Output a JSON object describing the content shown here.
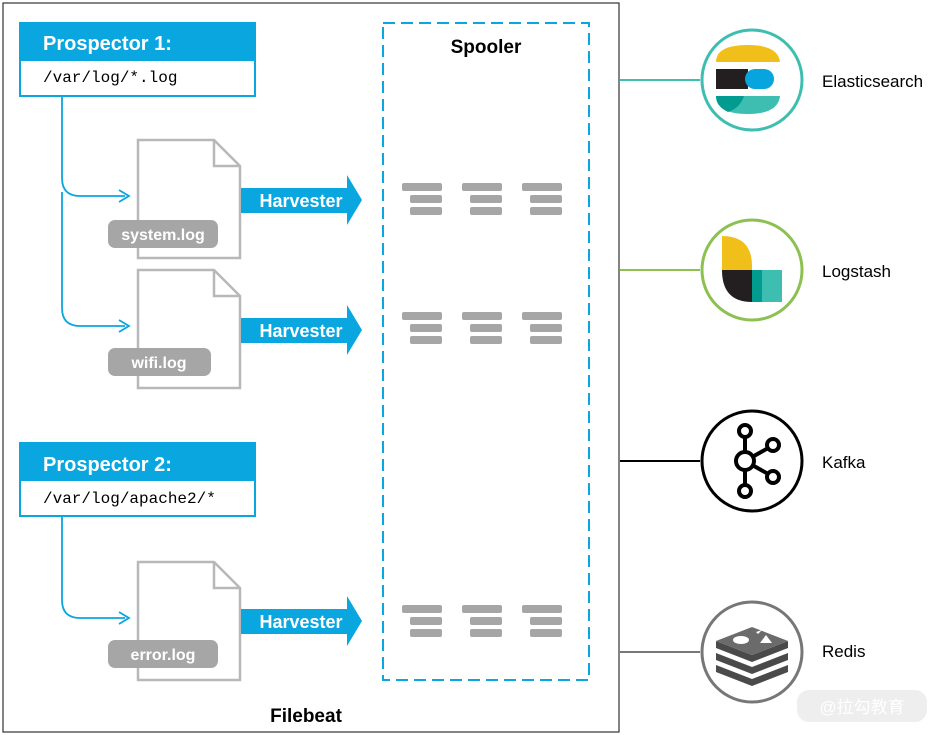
{
  "filebeat": {
    "title": "Filebeat"
  },
  "spooler": {
    "title": "Spooler"
  },
  "prospectors": [
    {
      "title": "Prospector 1:",
      "path": "/var/log/*.log"
    },
    {
      "title": "Prospector 2:",
      "path": "/var/log/apache2/*"
    }
  ],
  "files": [
    {
      "name": "system.log"
    },
    {
      "name": "wifi.log"
    },
    {
      "name": "error.log"
    }
  ],
  "harvesters": [
    {
      "label": "Harvester"
    },
    {
      "label": "Harvester"
    },
    {
      "label": "Harvester"
    }
  ],
  "outputs": [
    {
      "name": "Elasticsearch",
      "icon": "elasticsearch-logo-icon",
      "color": "#3ebeb0"
    },
    {
      "name": "Logstash",
      "icon": "logstash-logo-icon",
      "color": "#8cc152"
    },
    {
      "name": "Kafka",
      "icon": "kafka-logo-icon",
      "color": "#000000"
    },
    {
      "name": "Redis",
      "icon": "redis-logo-icon",
      "color": "#777777"
    }
  ],
  "watermark": {
    "text": "@拉勾教育"
  },
  "colors": {
    "accent": "#0aa6e0",
    "queue": "#a6a6a6",
    "file_outline": "#b8b8b8"
  }
}
